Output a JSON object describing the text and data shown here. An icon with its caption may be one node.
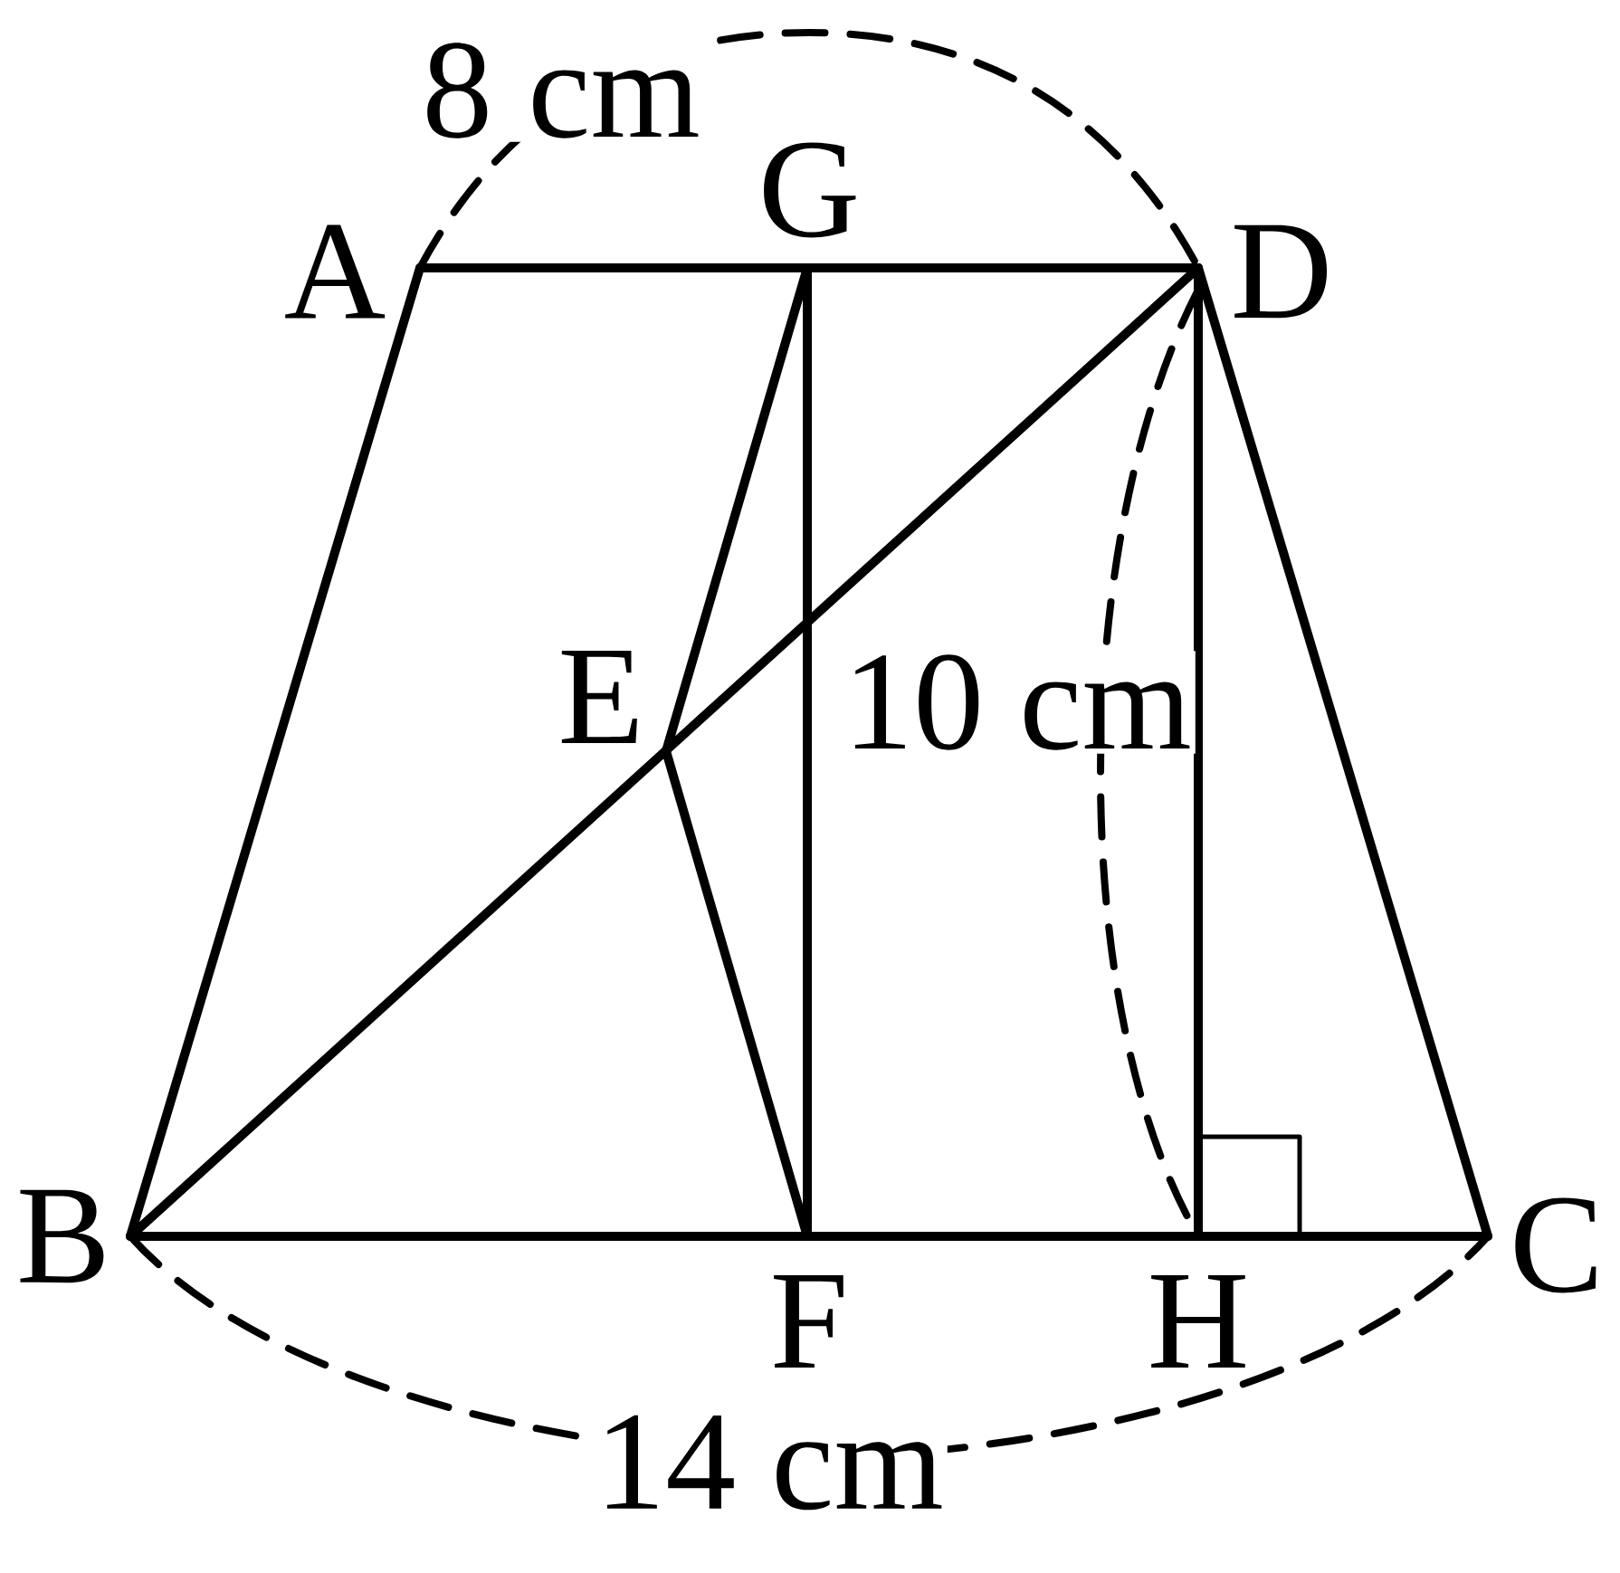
{
  "diagram": {
    "labels": [
      "8 cm",
      "A",
      "G",
      "D",
      "E",
      "10 cm",
      "B",
      "F",
      "H",
      "C",
      "14 cm"
    ]
  }
}
